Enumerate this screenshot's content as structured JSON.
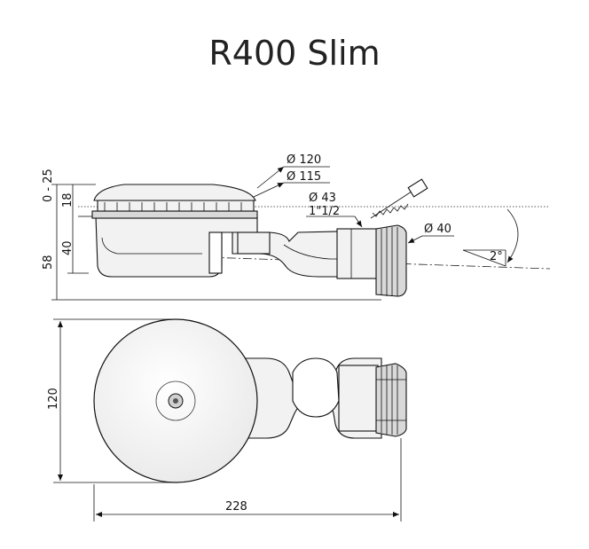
{
  "title": "R400 Slim",
  "side_view": {
    "dims": {
      "adjust": "0 - 25",
      "grate_height": "18",
      "body_height": "40",
      "total_height": "58",
      "dia_120": "Ø 120",
      "dia_115": "Ø 115",
      "dia_43": "Ø 43",
      "thread": "1\"1/2",
      "dia_40": "Ø 40",
      "slope": "2°"
    }
  },
  "top_view": {
    "dims": {
      "diameter": "120",
      "length": "228"
    }
  }
}
